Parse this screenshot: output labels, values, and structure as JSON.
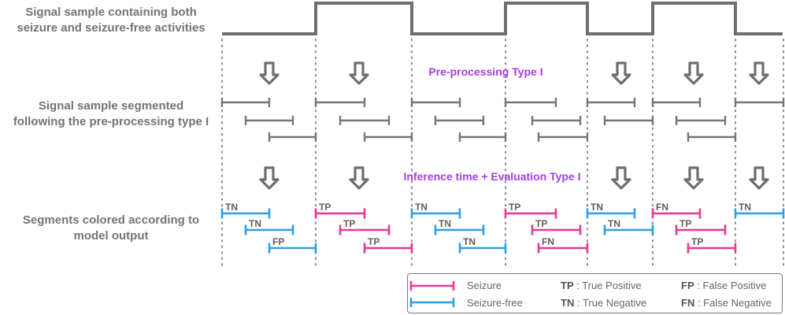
{
  "labels": {
    "signal_line1": "Signal sample containing both",
    "signal_line2": "seizure and seizure-free activities",
    "segmented_line1": "Signal sample segmented",
    "segmented_line2": "following the pre-processing type I",
    "colored_line1": "Segments colored according to",
    "colored_line2": "model output"
  },
  "stages": {
    "preprocessing": "Pre-processing Type I",
    "inference": "Inference time + Evaluation Type I"
  },
  "segment_outcomes": [
    [
      "TN",
      "TN",
      "FP"
    ],
    [
      "TP",
      "TP",
      "TP"
    ],
    [
      "TN",
      "TN",
      "TN"
    ],
    [
      "TP",
      "TP",
      "FN"
    ],
    [
      "TN",
      "TN"
    ],
    [
      "FN",
      "TP",
      "TP"
    ],
    [
      "TN"
    ]
  ],
  "legend": {
    "seizure": "Seizure",
    "seizure_free": "Seizure-free",
    "tp_abbr": "TP",
    "tp_text": " : True Positive",
    "tn_abbr": "TN",
    "tn_text": " : True Negative",
    "fp_abbr": "FP",
    "fp_text": " : False Positive",
    "fn_abbr": "FN",
    "fn_text": " : False Negative"
  },
  "colors": {
    "seizure": "#e8388f",
    "seizure_free": "#2f9ee6",
    "gray": "#767676",
    "purple": "#a43ee6"
  },
  "icons": [
    "down-arrow-icon"
  ]
}
